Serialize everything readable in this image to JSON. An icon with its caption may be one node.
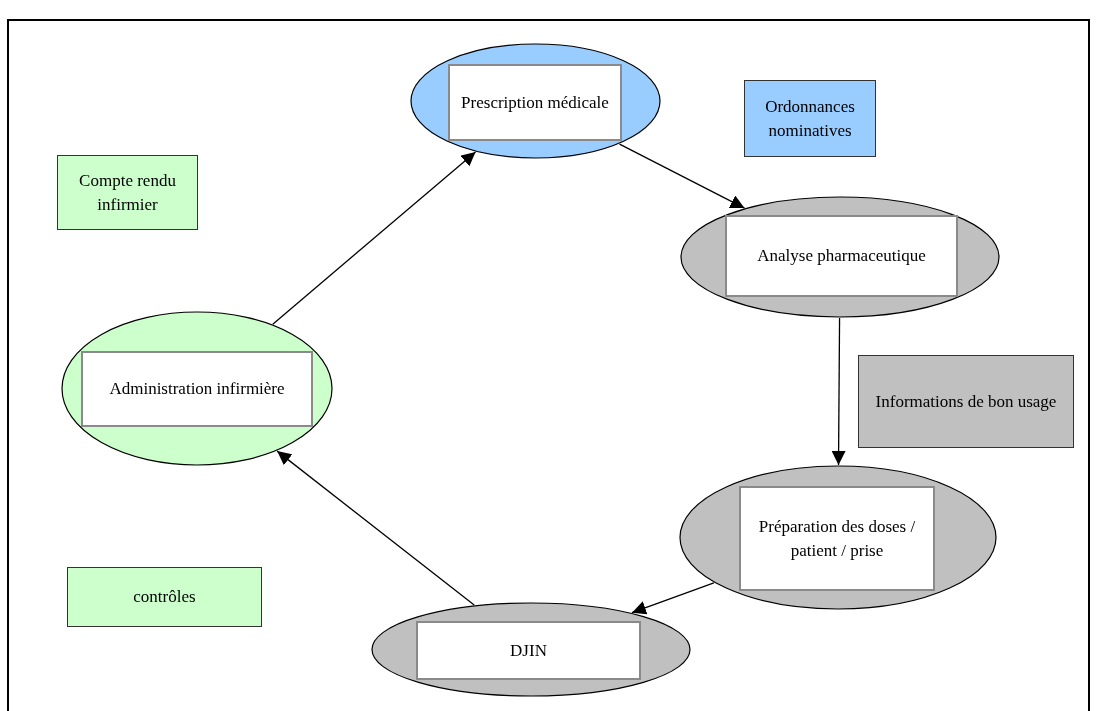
{
  "diagram": {
    "nodes": [
      {
        "text": [
          "Prescription médicale"
        ]
      },
      {
        "text": [
          "Ordonnances nominatives"
        ]
      },
      {
        "text": [
          "Compte rendu infirmier"
        ]
      },
      {
        "text": [
          "Analyse pharmaceutique"
        ]
      },
      {
        "text": [
          "Informations de bon usage"
        ]
      },
      {
        "text": [
          "Administration infirmière"
        ]
      },
      {
        "text": [
          "Préparation des doses / patient / prise"
        ]
      },
      {
        "text": [
          "contrôles"
        ]
      },
      {
        "text": [
          "DJIN"
        ]
      }
    ],
    "edges": [
      {
        "from": 5,
        "to": 0,
        "arrow": "to"
      },
      {
        "from": 0,
        "to": 3,
        "arrow": "to"
      },
      {
        "from": 3,
        "to": 6,
        "arrow": "to"
      },
      {
        "from": 6,
        "to": 8,
        "arrow": "to"
      },
      {
        "from": 8,
        "to": 5,
        "arrow": "to"
      }
    ]
  }
}
